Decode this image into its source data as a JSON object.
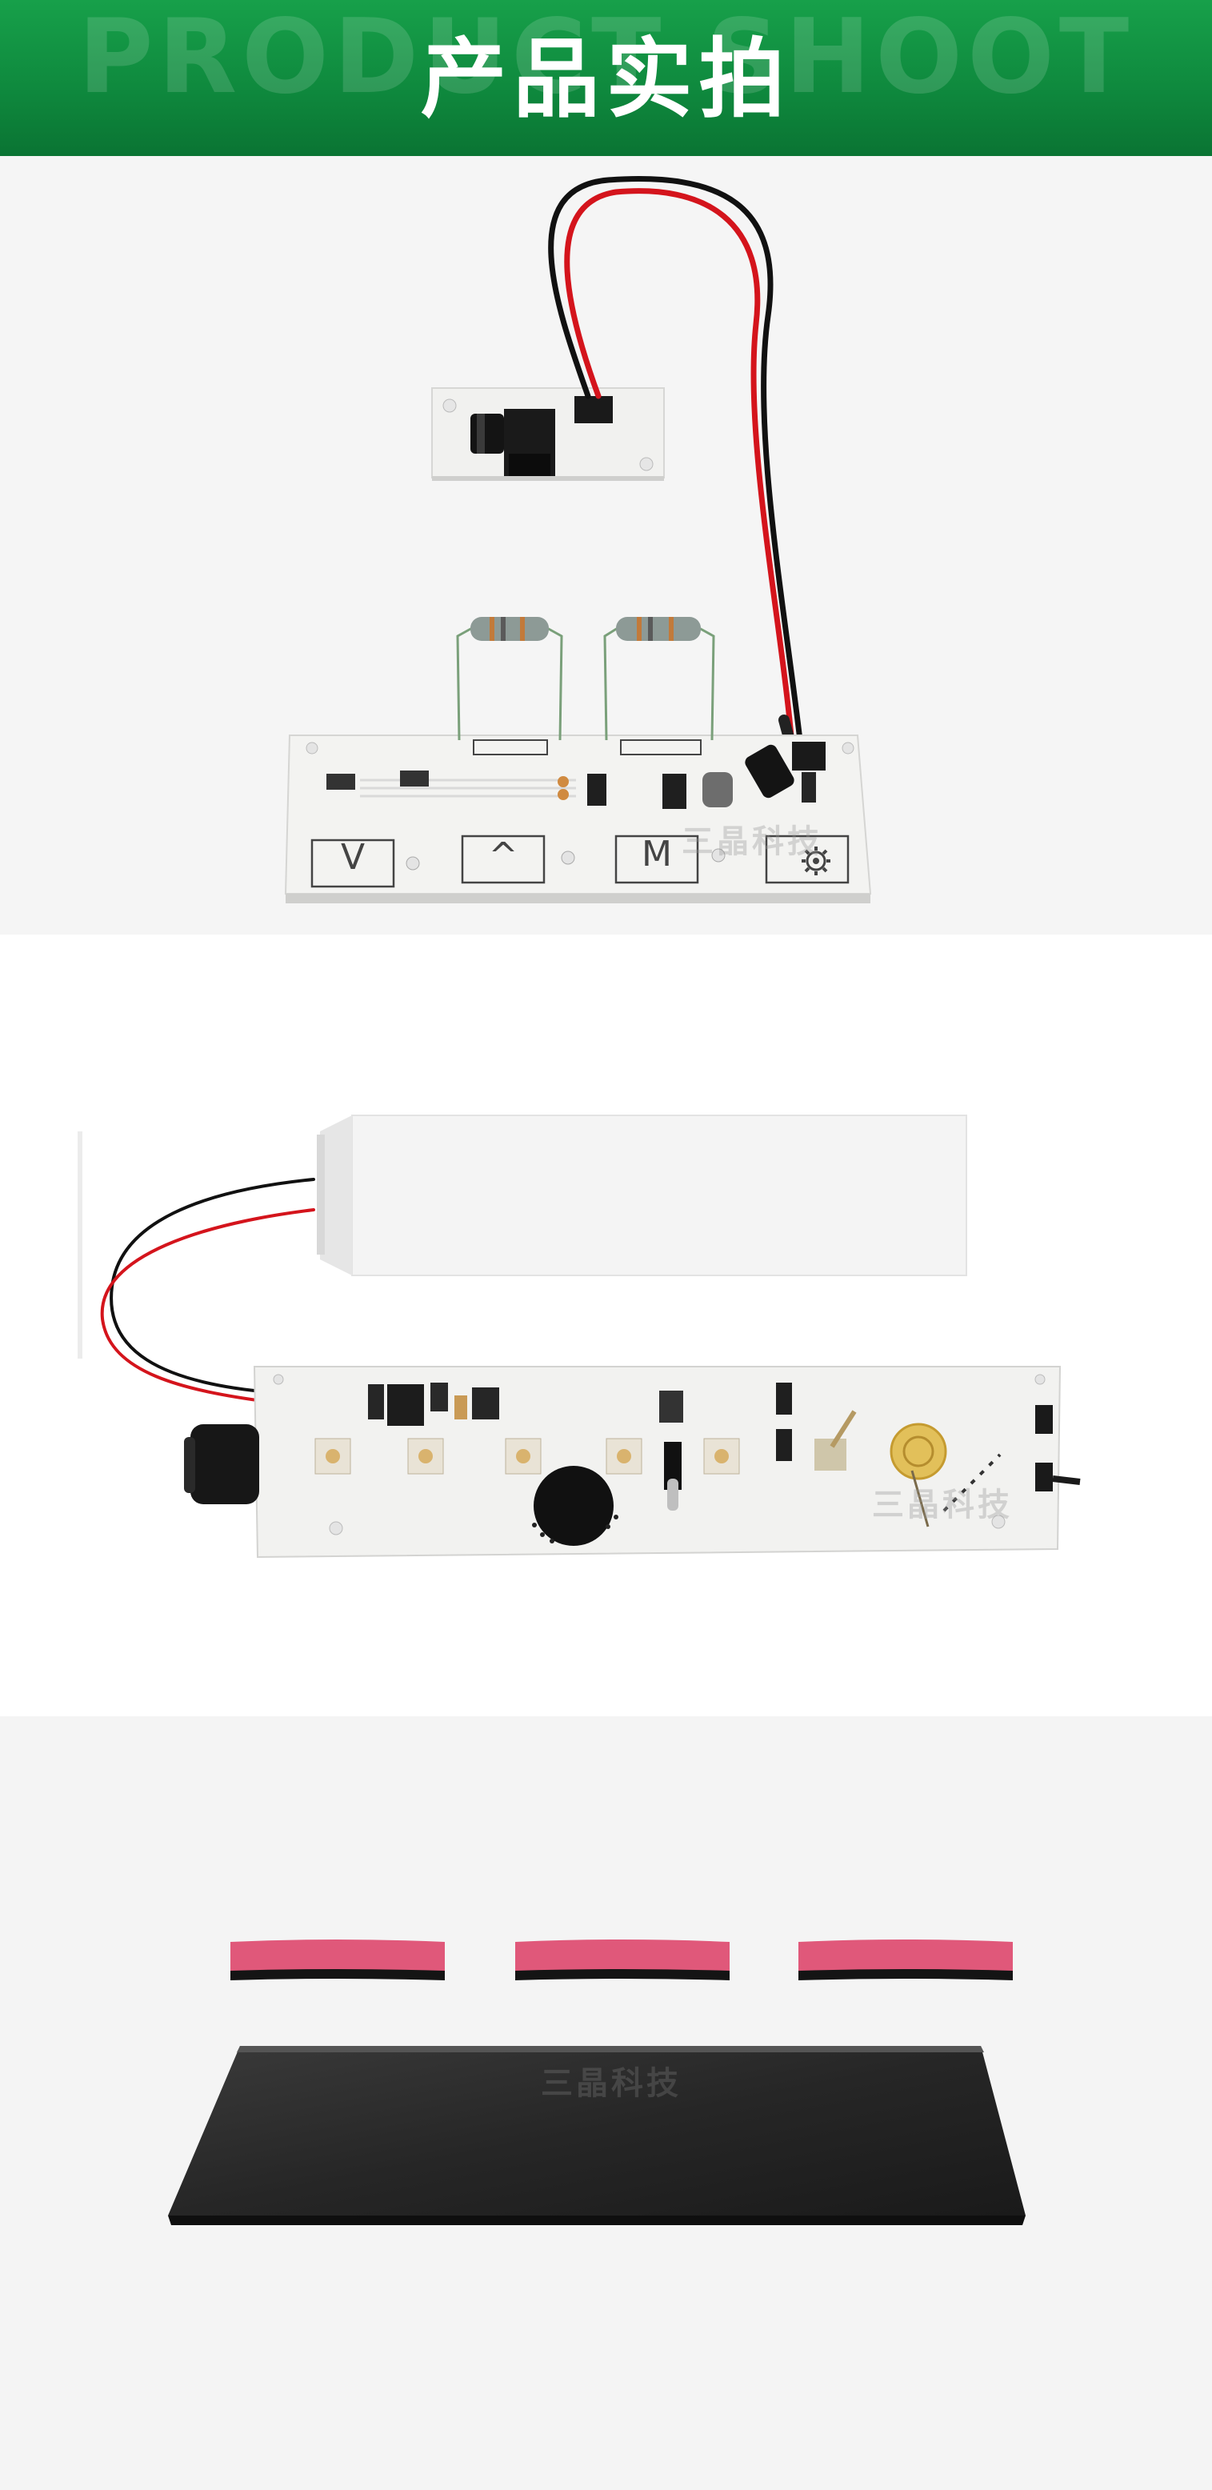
{
  "header": {
    "title_en": "PRODUCT SHOOT",
    "title_cn": "产品实拍",
    "bg_color": "#0f8a3e"
  },
  "sections": {
    "board1": {
      "watermark": "三晶科技",
      "buttons": [
        "V",
        "^",
        "M"
      ],
      "gear_icon": "gear-icon"
    },
    "board2": {
      "watermark": "三晶科技"
    },
    "board3": {
      "watermark": "三晶科技"
    }
  },
  "colors": {
    "pcb": "#f3f3f1",
    "wire_red": "#d4141c",
    "wire_black": "#111111",
    "foam": "#e0587a",
    "glass": "#2a2a2a"
  }
}
